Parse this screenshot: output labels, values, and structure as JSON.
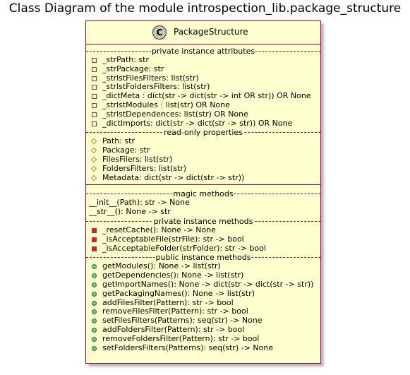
{
  "title": "Class Diagram of the module introspection_lib.package_structure",
  "class": {
    "icon_letter": "C",
    "name": "PackageStructure",
    "attribute_groups": [
      {
        "label": "private instance attributes",
        "items": [
          {
            "vis": "private",
            "text": "_strPath: str"
          },
          {
            "vis": "private",
            "text": "_strPackage: str"
          },
          {
            "vis": "private",
            "text": "_strlstFilesFilters: list(str)"
          },
          {
            "vis": "private",
            "text": "_strlstFoldersFilters: list(str)"
          },
          {
            "vis": "private",
            "text": "_dictMeta : dict(str -> dict(str -> int OR str)) OR None"
          },
          {
            "vis": "private",
            "text": "_strlstModules : list(str) OR None"
          },
          {
            "vis": "private",
            "text": "_strlstDependences: list(str) OR None"
          },
          {
            "vis": "private",
            "text": "_dictImports: dict(str -> dict(str -> str)) OR None"
          }
        ]
      },
      {
        "label": "read-only properties",
        "items": [
          {
            "vis": "protected",
            "text": "Path: str"
          },
          {
            "vis": "protected",
            "text": "Package: str"
          },
          {
            "vis": "protected",
            "text": "FilesFilers: list(str)"
          },
          {
            "vis": "protected",
            "text": "FoldersFilters: list(str)"
          },
          {
            "vis": "protected",
            "text": "Metadata: dict(str -> dict(str -> str))"
          }
        ]
      }
    ],
    "method_groups": [
      {
        "label": "magic methods",
        "items": [
          {
            "vis": "none",
            "text": "__init__(Path): str -> None"
          },
          {
            "vis": "none",
            "text": "__str__(): None -> str"
          }
        ]
      },
      {
        "label": "private instance methods",
        "items": [
          {
            "vis": "private-method",
            "text": "_resetCache(): None -> None"
          },
          {
            "vis": "private-method",
            "text": "_isAcceptableFile(strFile): str -> bool"
          },
          {
            "vis": "private-method",
            "text": "_isAcceptableFolder(strFolder): str -> bool"
          }
        ]
      },
      {
        "label": "public instance methods",
        "items": [
          {
            "vis": "public",
            "text": "getModules(): None -> list(str)"
          },
          {
            "vis": "public",
            "text": "getDependencies(): None -> list(str)"
          },
          {
            "vis": "public",
            "text": "getImportNames(): None -> dict(str -> dict(str -> str))"
          },
          {
            "vis": "public",
            "text": "getPackagingNames(): None -> list(str)"
          },
          {
            "vis": "public",
            "text": "addFilesFilter(Pattern): str -> bool"
          },
          {
            "vis": "public",
            "text": "removeFilesFilter(Pattern): str -> bool"
          },
          {
            "vis": "public",
            "text": "setFilesFilters(Patterns): seq(str) -> None"
          },
          {
            "vis": "public",
            "text": "addFoldersFilter(Pattern): str -> bool"
          },
          {
            "vis": "public",
            "text": "removeFoldersFilter(Pattern): str -> bool"
          },
          {
            "vis": "public",
            "text": "setFoldersFilters(Patterns): seq(str) -> None"
          }
        ]
      }
    ]
  },
  "colors": {
    "class_background": "#FEFECE",
    "class_border": "#A80036",
    "class_icon": "#ADD1B2",
    "private_icon": "#C82930",
    "protected_icon": "#B38D22",
    "public_icon": "#84BE84"
  }
}
